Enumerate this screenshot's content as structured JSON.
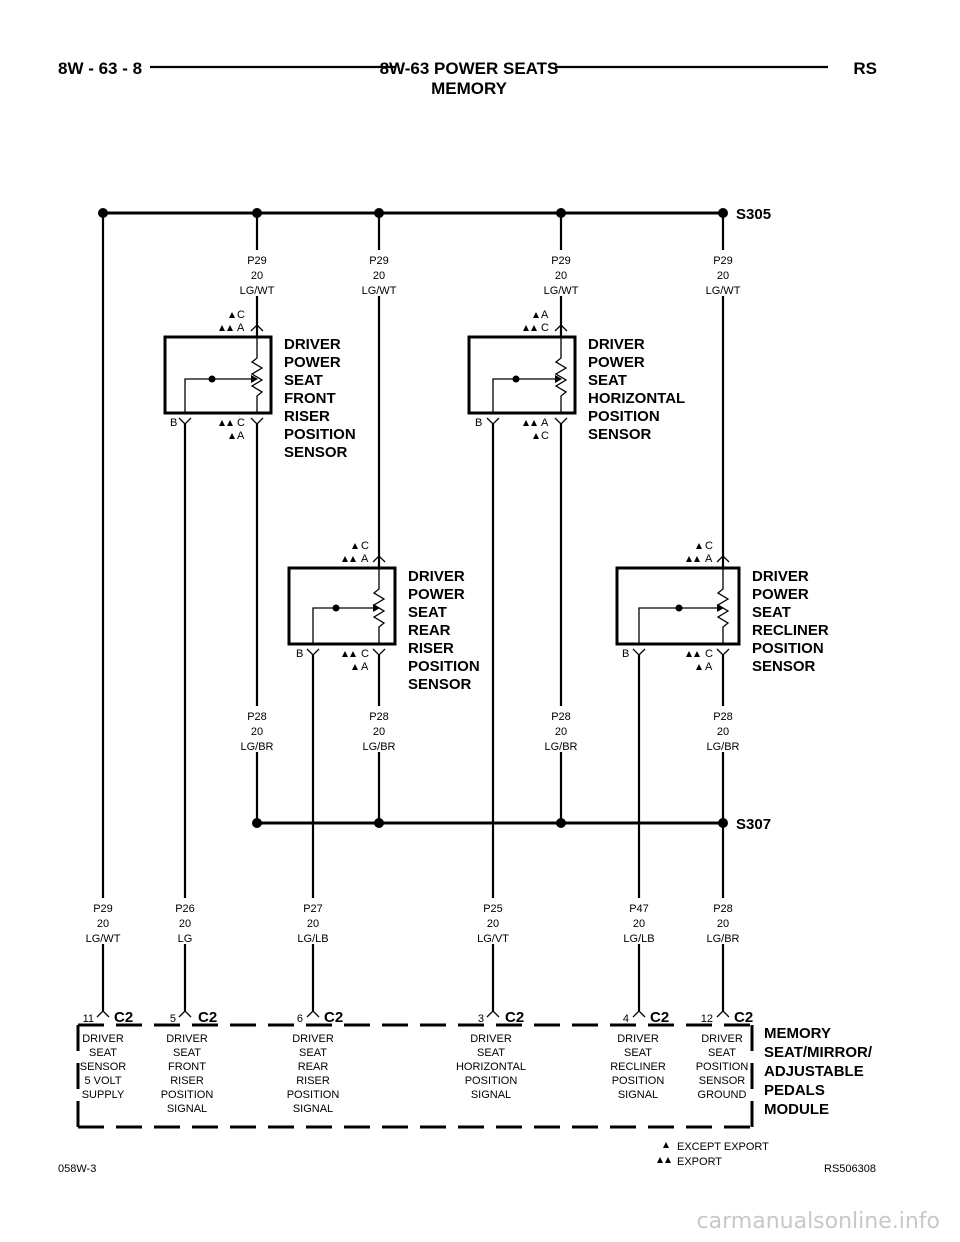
{
  "header": {
    "page_number": "8W - 63 - 8",
    "title": "8W-63 POWER SEATS",
    "subtitle": "MEMORY",
    "section": "RS"
  },
  "splices": {
    "top": "S305",
    "bottom": "S307"
  },
  "top_wires": [
    {
      "circuit": "P29",
      "gauge": "20",
      "color": "LG/WT"
    },
    {
      "circuit": "P29",
      "gauge": "20",
      "color": "LG/WT"
    },
    {
      "circuit": "P29",
      "gauge": "20",
      "color": "LG/WT"
    },
    {
      "circuit": "P29",
      "gauge": "20",
      "color": "LG/WT"
    }
  ],
  "middle_wires": [
    {
      "circuit": "P28",
      "gauge": "20",
      "color": "LG/BR"
    },
    {
      "circuit": "P28",
      "gauge": "20",
      "color": "LG/BR"
    },
    {
      "circuit": "P28",
      "gauge": "20",
      "color": "LG/BR"
    },
    {
      "circuit": "P28",
      "gauge": "20",
      "color": "LG/BR"
    }
  ],
  "bottom_wires": [
    {
      "circuit": "P29",
      "gauge": "20",
      "color": "LG/WT"
    },
    {
      "circuit": "P26",
      "gauge": "20",
      "color": "LG"
    },
    {
      "circuit": "P27",
      "gauge": "20",
      "color": "LG/LB"
    },
    {
      "circuit": "P25",
      "gauge": "20",
      "color": "LG/VT"
    },
    {
      "circuit": "P47",
      "gauge": "20",
      "color": "LG/LB"
    },
    {
      "circuit": "P28",
      "gauge": "20",
      "color": "LG/BR"
    }
  ],
  "sensors": [
    {
      "name": [
        "DRIVER",
        "POWER",
        "SEAT",
        "FRONT",
        "RISER",
        "POSITION",
        "SENSOR"
      ],
      "top_pin_ee": "C",
      "top_pin_e": "A",
      "bot_pin_ee": "C",
      "bot_pin_e": "A",
      "wiper_pin": "B"
    },
    {
      "name": [
        "DRIVER",
        "POWER",
        "SEAT",
        "HORIZONTAL",
        "POSITION",
        "SENSOR"
      ],
      "top_pin_ee": "A",
      "top_pin_e": "C",
      "bot_pin_ee": "A",
      "bot_pin_e": "C",
      "wiper_pin": "B"
    },
    {
      "name": [
        "DRIVER",
        "POWER",
        "SEAT",
        "REAR",
        "RISER",
        "POSITION",
        "SENSOR"
      ],
      "top_pin_ee": "C",
      "top_pin_e": "A",
      "bot_pin_ee": "C",
      "bot_pin_e": "A",
      "wiper_pin": "B"
    },
    {
      "name": [
        "DRIVER",
        "POWER",
        "SEAT",
        "RECLINER",
        "POSITION",
        "SENSOR"
      ],
      "top_pin_ee": "C",
      "top_pin_e": "A",
      "bot_pin_ee": "C",
      "bot_pin_e": "A",
      "wiper_pin": "B"
    }
  ],
  "module": {
    "name": [
      "MEMORY",
      "SEAT/MIRROR/",
      "ADJUSTABLE",
      "PEDALS",
      "MODULE"
    ],
    "pins": [
      {
        "pin": "11",
        "connector": "C2",
        "label": [
          "DRIVER",
          "SEAT",
          "SENSOR",
          "5 VOLT",
          "SUPPLY"
        ]
      },
      {
        "pin": "5",
        "connector": "C2",
        "label": [
          "DRIVER",
          "SEAT",
          "FRONT",
          "RISER",
          "POSITION",
          "SIGNAL"
        ]
      },
      {
        "pin": "6",
        "connector": "C2",
        "label": [
          "DRIVER",
          "SEAT",
          "REAR",
          "RISER",
          "POSITION",
          "SIGNAL"
        ]
      },
      {
        "pin": "3",
        "connector": "C2",
        "label": [
          "DRIVER",
          "SEAT",
          "HORIZONTAL",
          "POSITION",
          "SIGNAL"
        ]
      },
      {
        "pin": "4",
        "connector": "C2",
        "label": [
          "DRIVER",
          "SEAT",
          "RECLINER",
          "POSITION",
          "SIGNAL"
        ]
      },
      {
        "pin": "12",
        "connector": "C2",
        "label": [
          "DRIVER",
          "SEAT",
          "POSITION",
          "SENSOR",
          "GROUND"
        ]
      }
    ]
  },
  "legend": {
    "single": "EXCEPT EXPORT",
    "double": "EXPORT"
  },
  "footer": {
    "left": "058W-3",
    "right": "RS506308"
  },
  "watermark": "carmanualsonline.info"
}
